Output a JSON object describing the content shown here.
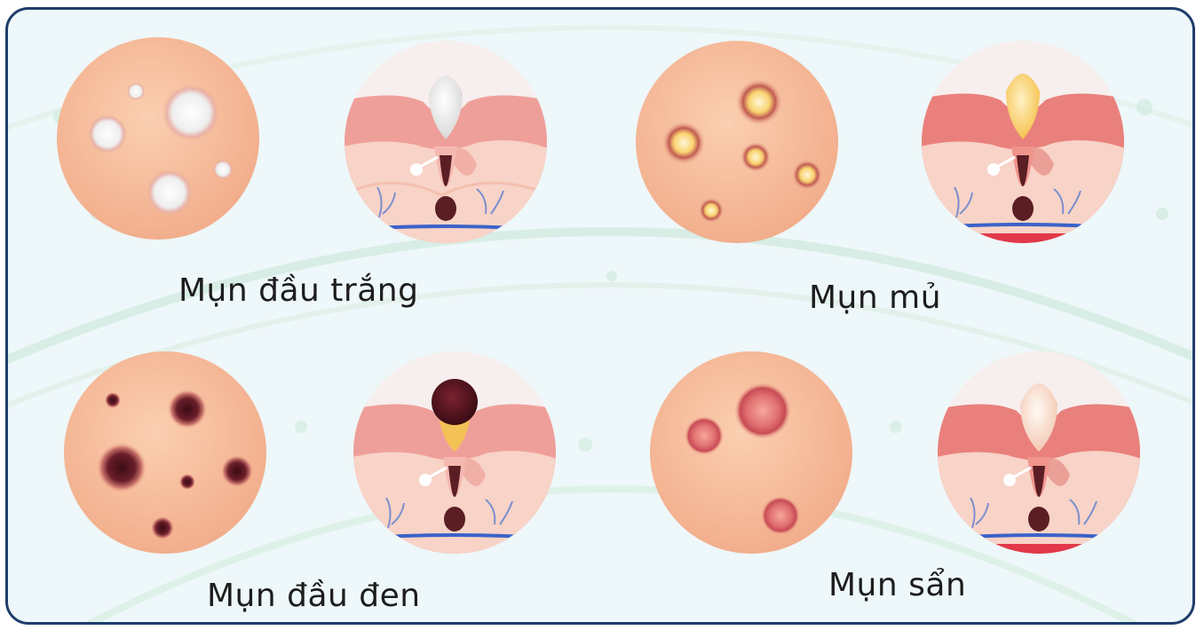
{
  "labels": {
    "whitehead": "Mụn đầu trắng",
    "pustule": "Mụn mủ",
    "blackhead": "Mụn đầu đen",
    "papule": "Mụn sẩn"
  },
  "colors": {
    "frame_border": "#1f3d6b",
    "background": "#eef7f9",
    "skin_disc": "#f7c4a4",
    "skin_pink": "#f3a8a2",
    "skin_deep": "#e58a88",
    "hair": "#5a1e24"
  },
  "icons": [
    "whitehead-skin-surface-icon",
    "whitehead-cross-section-icon",
    "pustule-skin-surface-icon",
    "pustule-cross-section-icon",
    "blackhead-skin-surface-icon",
    "blackhead-cross-section-icon",
    "papule-skin-surface-icon",
    "papule-cross-section-icon"
  ]
}
